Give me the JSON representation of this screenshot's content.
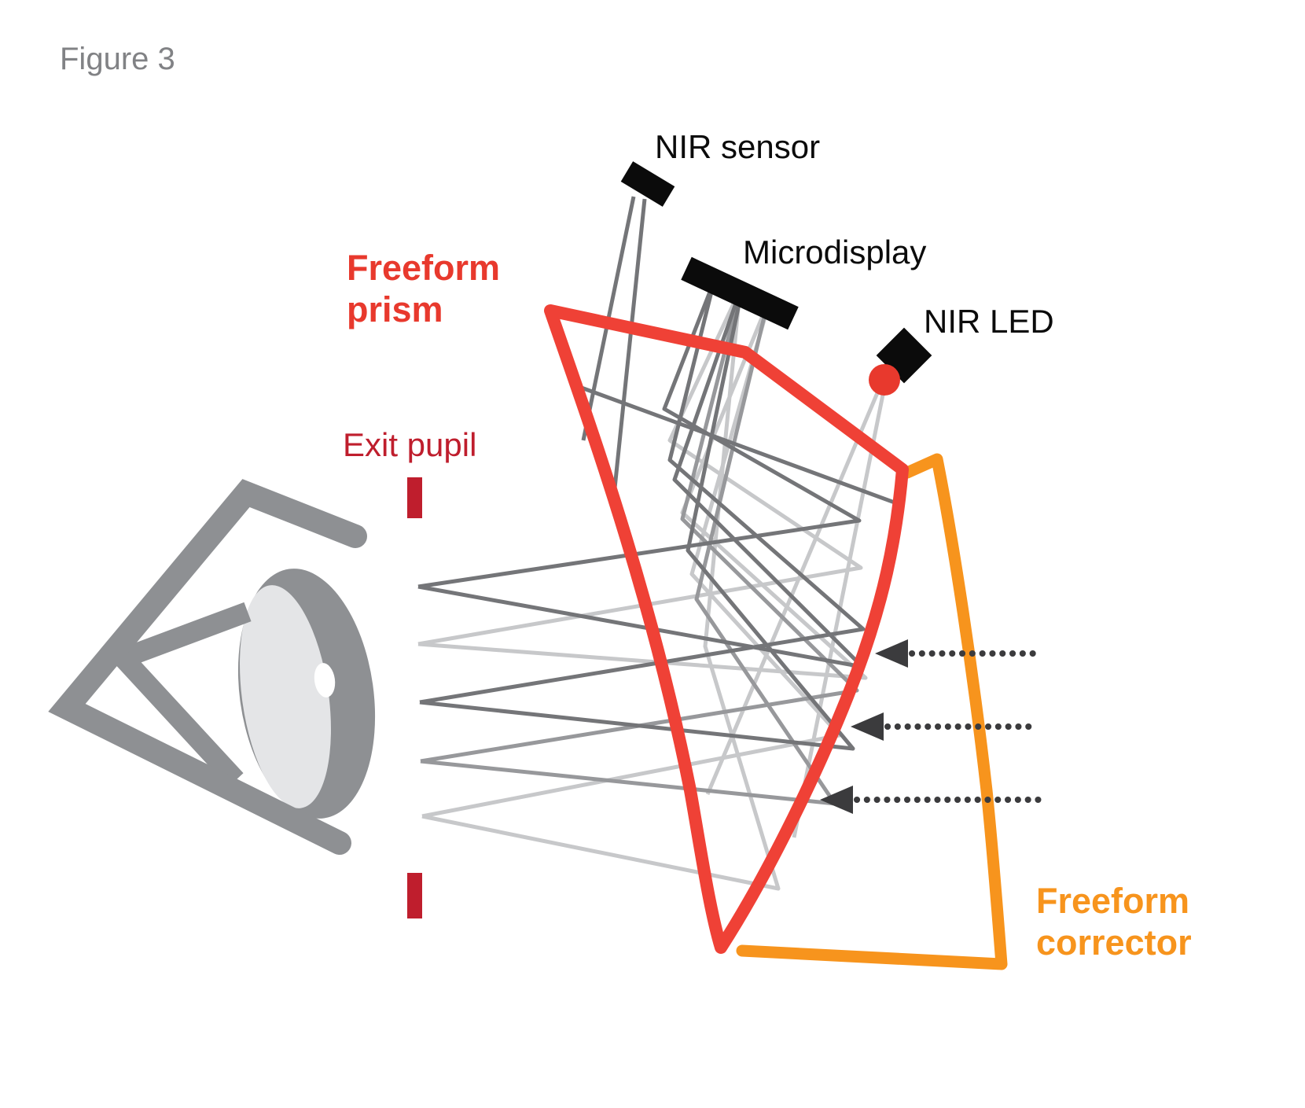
{
  "figure": {
    "title": "Figure 3"
  },
  "labels": {
    "nir_sensor": "NIR sensor",
    "microdisplay": "Microdisplay",
    "nir_led": "NIR LED",
    "freeform_prism": "Freeform\nprism",
    "exit_pupil": "Exit pupil",
    "freeform_corrector": "Freeform\ncorrector"
  },
  "colors": {
    "background": "#FFFFFF",
    "figure_title": "#818285",
    "component_black": "#0B0B0B",
    "prism_outline": "#EF4136",
    "prism_label": "#E8392D",
    "corrector_outline": "#F7941D",
    "corrector_label": "#F7941D",
    "exit_pupil_accent": "#BF1E2D",
    "led_dot": "#E8392D",
    "eye_gray": "#8E9093",
    "eye_sclera": "#E4E5E7",
    "eye_highlight": "#FFFFFF",
    "ray_dark": "#747578",
    "ray_medium": "#97989B",
    "ray_light": "#C7C8CA",
    "arrow_dotted": "#3B3B3D"
  }
}
